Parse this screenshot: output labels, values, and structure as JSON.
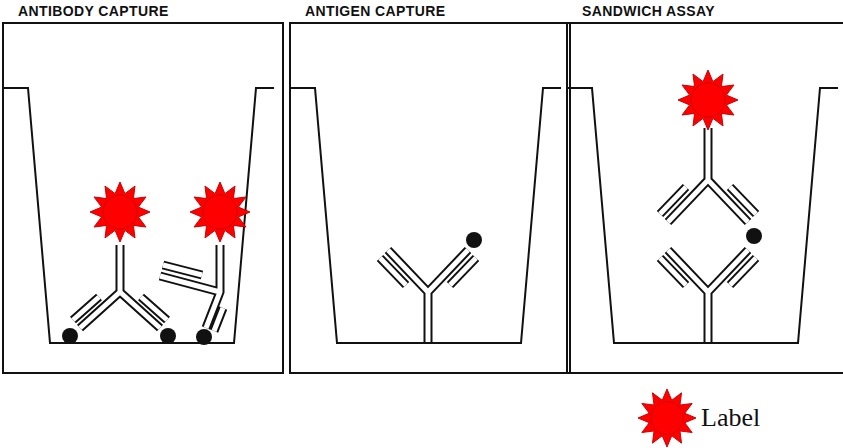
{
  "diagram": {
    "nodes": [
      {
        "text": [
          "ANTIBODY CAPTURE"
        ]
      },
      {
        "text": [
          "ANTIGEN CAPTURE"
        ]
      },
      {
        "text": [
          "SANDWICH ASSAY"
        ]
      }
    ],
    "legend": [
      {
        "text": "Label"
      }
    ]
  }
}
